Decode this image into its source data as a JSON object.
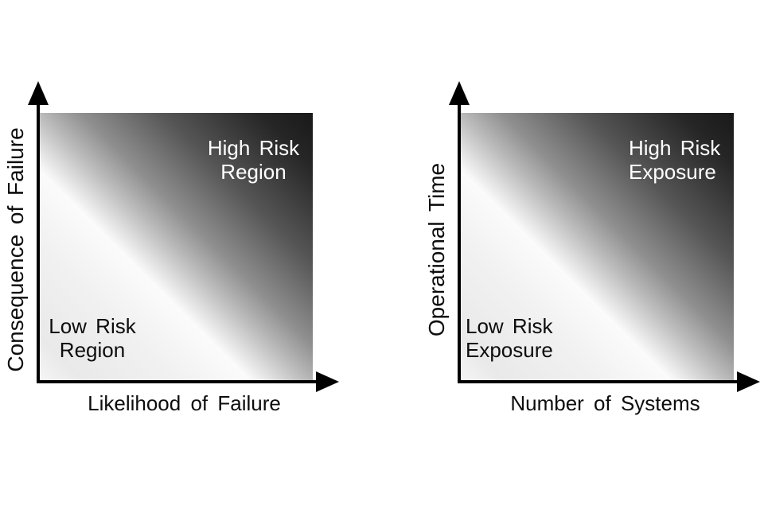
{
  "figure": {
    "background_color": "#ffffff",
    "axis_color": "#000000",
    "dark_text_color": "#0d0d0d",
    "light_text_color": "#ffffff",
    "gradient": {
      "direction": "bottom-left to top-right",
      "low_corner_color": "#ededed",
      "ridge_color": "#fbfbfb",
      "mid_color": "#9e9e9e",
      "high_corner_color": "#191919"
    }
  },
  "diagrams": [
    {
      "id": "failure-risk",
      "y_axis_label": "Consequence of Failure",
      "x_axis_label": "Likelihood of Failure",
      "high_region": {
        "line1": "High Risk",
        "line2": "Region"
      },
      "low_region": {
        "line1": "Low Risk",
        "line2": "Region"
      }
    },
    {
      "id": "exposure-risk",
      "y_axis_label": "Operational Time",
      "x_axis_label": "Number of Systems",
      "high_region": {
        "line1": "High Risk",
        "line2": "Exposure"
      },
      "low_region": {
        "line1": "Low Risk",
        "line2": "Exposure"
      }
    }
  ]
}
